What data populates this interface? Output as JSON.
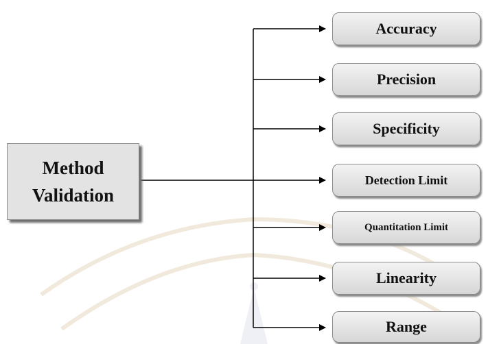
{
  "root": {
    "line1": "Method",
    "line2": "Validation"
  },
  "children": [
    {
      "label": "Accuracy"
    },
    {
      "label": "Precision"
    },
    {
      "label": "Specificity"
    },
    {
      "label": "Detection Limit"
    },
    {
      "label": "Quantitation Limit"
    },
    {
      "label": "Linearity"
    },
    {
      "label": "Range"
    }
  ],
  "colors": {
    "box_fill": "#e3e3e3",
    "line": "#000000",
    "shadow": "#8a8a8a"
  }
}
